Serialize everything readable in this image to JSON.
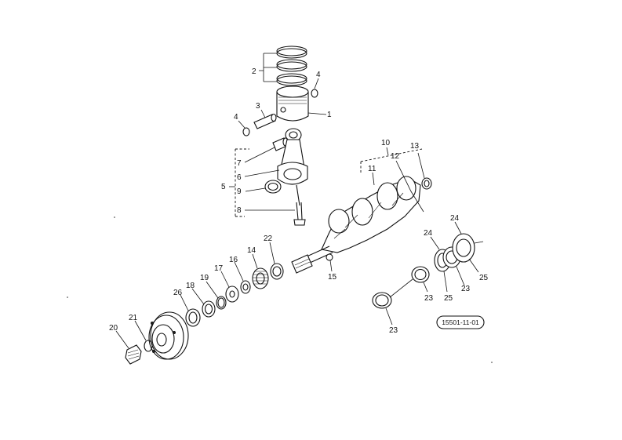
{
  "labels": {
    "l1": "1",
    "l2": "2",
    "l3": "3",
    "l4a": "4",
    "l4b": "4",
    "l5": "5",
    "l6": "6",
    "l7": "7",
    "l8": "8",
    "l9": "9",
    "l10": "10",
    "l11": "11",
    "l12": "12",
    "l13": "13",
    "l14": "14",
    "l15": "15",
    "l16": "16",
    "l17": "17",
    "l18": "18",
    "l19": "19",
    "l20": "20",
    "l21": "21",
    "l22": "22",
    "l23a": "23",
    "l23b": "23",
    "l23c": "23",
    "l24a": "24",
    "l24b": "24",
    "l25a": "25",
    "l25b": "25",
    "l26": "26"
  },
  "figure_code": "15501-11-01"
}
